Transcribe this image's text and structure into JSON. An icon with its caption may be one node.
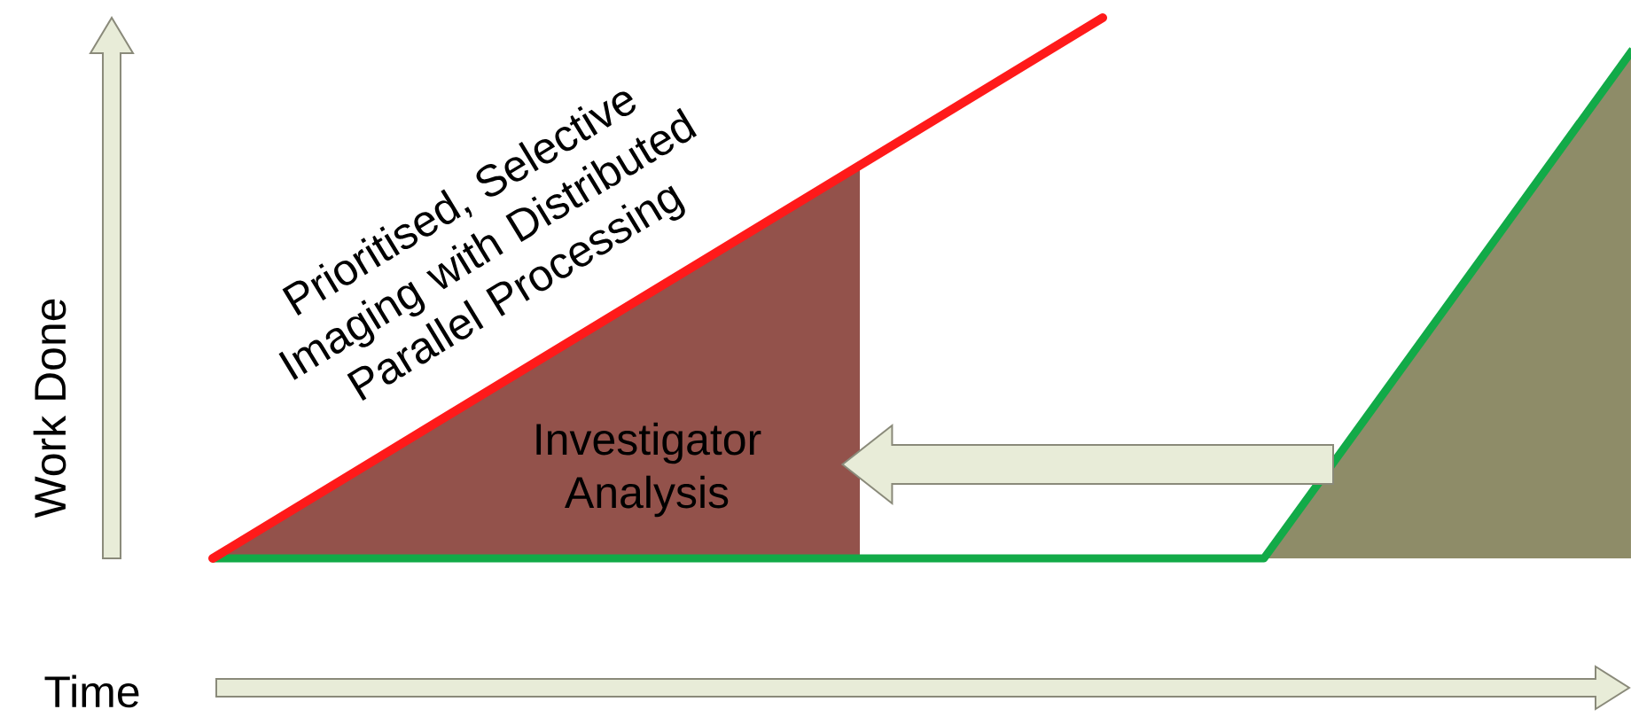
{
  "diagram": {
    "nodes": [
      {
        "text": [
          "Investigator Analysis"
        ]
      },
      {
        "text": [],
        "shape": "triangle"
      }
    ],
    "edges": [
      {
        "from": 1,
        "to": 0,
        "arrow": "to"
      }
    ],
    "labels": [
      "Prioritised, Selective Imaging with Distributed Parallel Processing",
      "Work Done",
      "Time"
    ]
  }
}
